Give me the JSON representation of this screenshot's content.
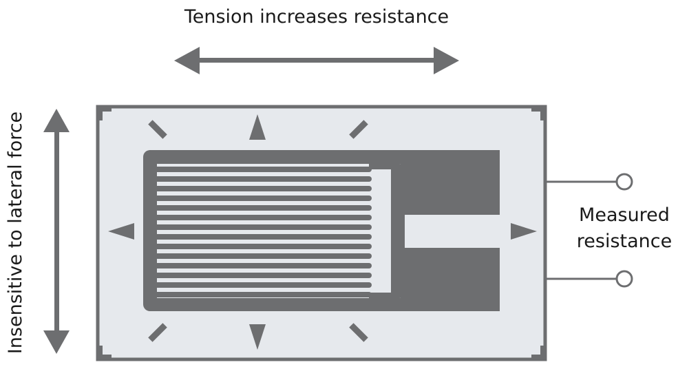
{
  "diagram": {
    "title_top": "Tension increases resistance",
    "side_label": "Insensitive to lateral force",
    "measured_line1": "Measured",
    "measured_line2": "resistance"
  },
  "colors": {
    "gauge_gray": "#6d6e70",
    "backing_fill": "#e6e9ed",
    "text": "#1a1a1a",
    "background": "#ffffff"
  },
  "icons": {
    "tension_arrow": "double-headed-horizontal-arrow",
    "lateral_arrow": "double-headed-vertical-arrow",
    "terminals": "open-circle-terminal"
  }
}
